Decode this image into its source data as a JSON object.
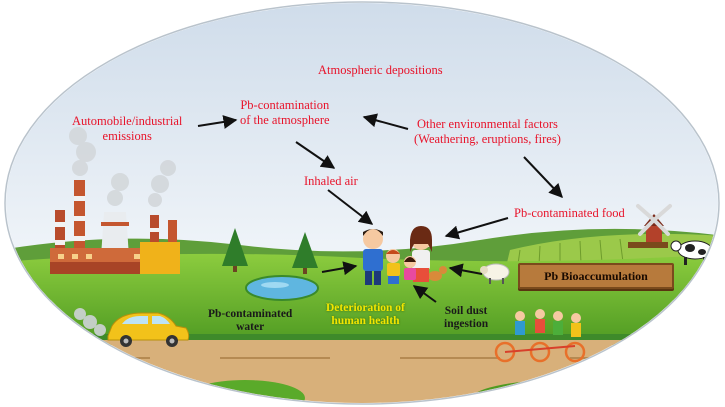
{
  "labels": {
    "atmospheric_depositions": "Atmospheric depositions",
    "emissions_line1": "Automobile/industrial",
    "emissions_line2": "emissions",
    "atmosphere_line1": "Pb-contamination",
    "atmosphere_line2": "of the atmosphere",
    "env_factors_line1": "Other environmental factors",
    "env_factors_line2": "(Weathering, eruptions, fires)",
    "inhaled_air": "Inhaled air",
    "contaminated_food": "Pb-contaminated food",
    "bioaccumulation": "Pb Bioaccumulation",
    "water_line1": "Pb-contaminated",
    "water_line2": "water",
    "health_line1": "Deterioration of",
    "health_line2": "human health",
    "soil_line1": "Soil dust",
    "soil_line2": "ingestion"
  },
  "colors": {
    "label_red": "#e8132a",
    "sky_top": "#dfe9f3",
    "grass": "#6fb832",
    "road": "#d8b07a",
    "health_yellow": "#f2e600"
  }
}
